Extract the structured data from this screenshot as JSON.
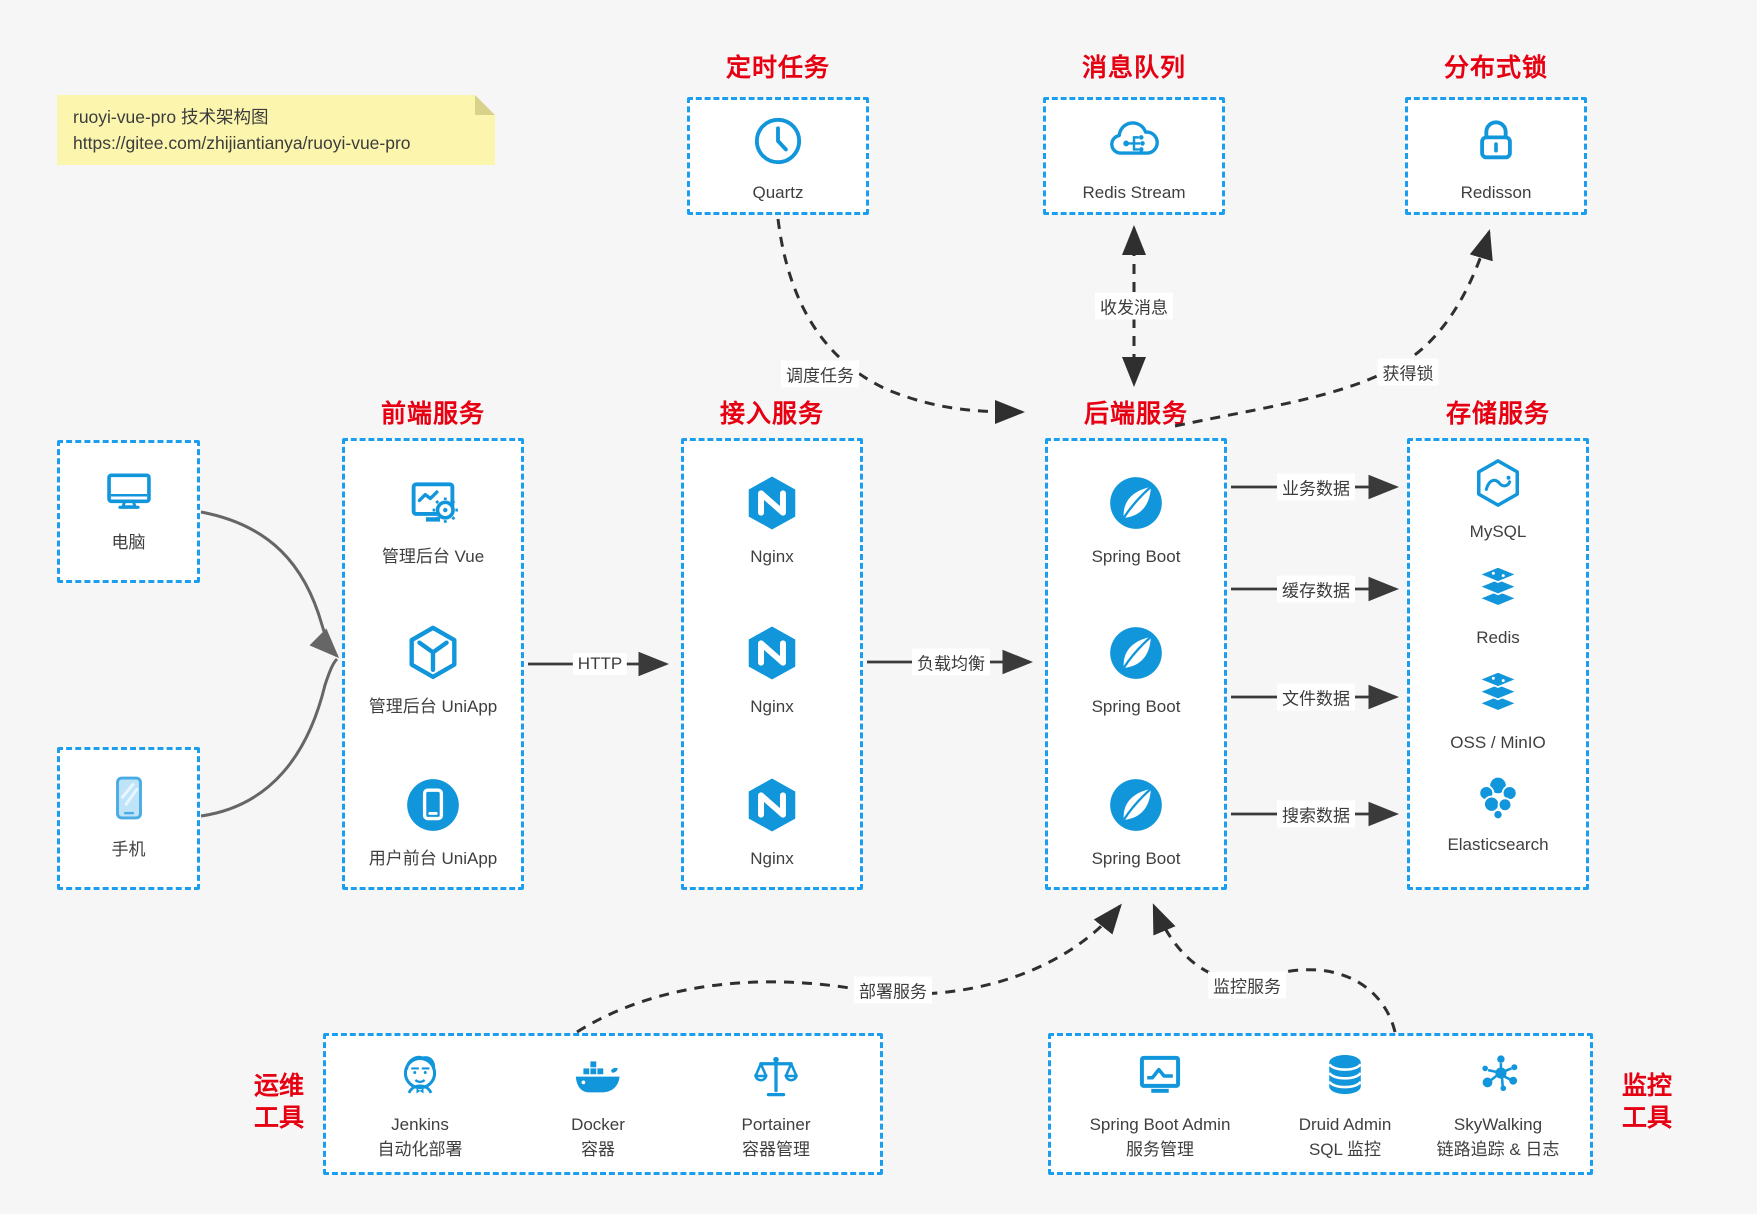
{
  "note": {
    "line1": "ruoyi-vue-pro 技术架构图",
    "line2": "https://gitee.com/zhijiantianya/ruoyi-vue-pro"
  },
  "colors": {
    "accent_blue": "#1296db",
    "border_blue": "#1b9df0",
    "title_red": "#e60012",
    "background": "#f6f6f7",
    "note_yellow": "#fbf5ae",
    "line_dark": "#3a3a3a"
  },
  "top": {
    "timer": {
      "title": "定时任务",
      "item": {
        "label": "Quartz",
        "icon": "clock-icon"
      }
    },
    "mq": {
      "title": "消息队列",
      "item": {
        "label": "Redis Stream",
        "icon": "cloud-mq-icon"
      }
    },
    "lock": {
      "title": "分布式锁",
      "item": {
        "label": "Redisson",
        "icon": "lock-icon"
      }
    }
  },
  "clients": {
    "pc": {
      "label": "电脑"
    },
    "mobile": {
      "label": "手机"
    }
  },
  "columns": {
    "frontend": {
      "title": "前端服务",
      "items": [
        {
          "label": "管理后台 Vue"
        },
        {
          "label": "管理后台 UniApp"
        },
        {
          "label": "用户前台 UniApp"
        }
      ]
    },
    "gateway": {
      "title": "接入服务",
      "items": [
        {
          "label": "Nginx"
        },
        {
          "label": "Nginx"
        },
        {
          "label": "Nginx"
        }
      ]
    },
    "backend": {
      "title": "后端服务",
      "items": [
        {
          "label": "Spring Boot"
        },
        {
          "label": "Spring Boot"
        },
        {
          "label": "Spring Boot"
        }
      ]
    },
    "storage": {
      "title": "存储服务",
      "items": [
        {
          "label": "MySQL"
        },
        {
          "label": "Redis"
        },
        {
          "label": "OSS / MinIO"
        },
        {
          "label": "Elasticsearch"
        }
      ]
    }
  },
  "bottom": {
    "ops": {
      "title_line1": "运维",
      "title_line2": "工具",
      "items": [
        {
          "name": "Jenkins",
          "desc": "自动化部署"
        },
        {
          "name": "Docker",
          "desc": "容器"
        },
        {
          "name": "Portainer",
          "desc": "容器管理"
        }
      ]
    },
    "monitor": {
      "title_line1": "监控",
      "title_line2": "工具",
      "items": [
        {
          "name": "Spring Boot Admin",
          "desc": "服务管理"
        },
        {
          "name": "Druid Admin",
          "desc": "SQL 监控"
        },
        {
          "name": "SkyWalking",
          "desc": "链路追踪 & 日志"
        }
      ]
    }
  },
  "edges": {
    "schedule": "调度任务",
    "message": "收发消息",
    "acquire_lock": "获得锁",
    "http": "HTTP",
    "load_balance": "负载均衡",
    "business_data": "业务数据",
    "cache_data": "缓存数据",
    "file_data": "文件数据",
    "search_data": "搜索数据",
    "deploy": "部署服务",
    "monitor": "监控服务"
  }
}
